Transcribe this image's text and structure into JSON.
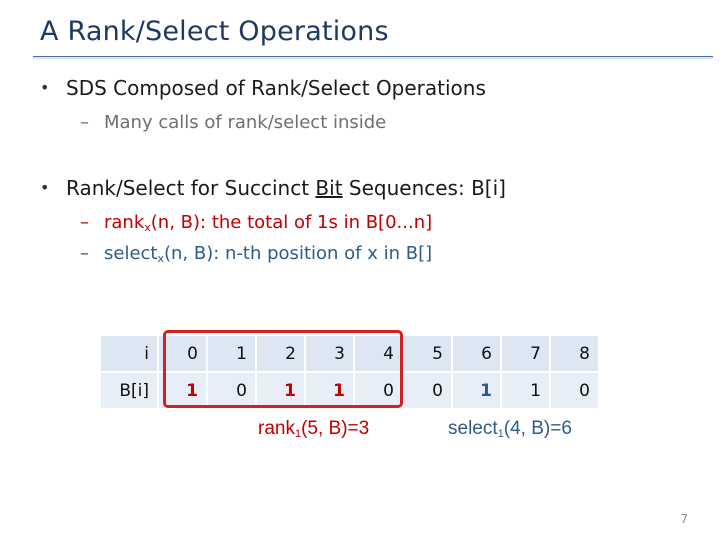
{
  "slide": {
    "title": "A Rank/Select Operations",
    "page_number": "7"
  },
  "bullets": [
    {
      "text": "SDS Composed of Rank/Select Operations",
      "sub": [
        "Many calls of rank/select inside"
      ]
    },
    {
      "text_before": "Rank/Select for Succinct ",
      "text_underlined": "Bit",
      "text_after": " Sequences: B[i]",
      "rank": {
        "prefix": "rank",
        "subscript": "x",
        "text": "(n, B): the total of 1s in B[0...n]"
      },
      "select": {
        "prefix": "select",
        "subscript": "x",
        "text": "(n, B): n-th position of x in B[]"
      }
    }
  ],
  "bullet_marker": "•",
  "sub_marker": "–",
  "table": {
    "index_header": "i",
    "bits_header": "B[i]",
    "indices": [
      "0",
      "1",
      "2",
      "3",
      "4",
      "5",
      "6",
      "7",
      "8"
    ],
    "bits": [
      "1",
      "0",
      "1",
      "1",
      "0",
      "0",
      "1",
      "1",
      "0"
    ],
    "highlighted_range": [
      0,
      4
    ]
  },
  "labels": {
    "rank": {
      "prefix": "rank",
      "subscript": "1",
      "text": "(5, B)=3"
    },
    "select": {
      "prefix": "select",
      "subscript": "1",
      "text": "(4, B)=6"
    }
  },
  "colors": {
    "title": "#1f3864",
    "rank": "#c00000",
    "select": "#2e5c8a",
    "cell": "#dde6f3"
  }
}
